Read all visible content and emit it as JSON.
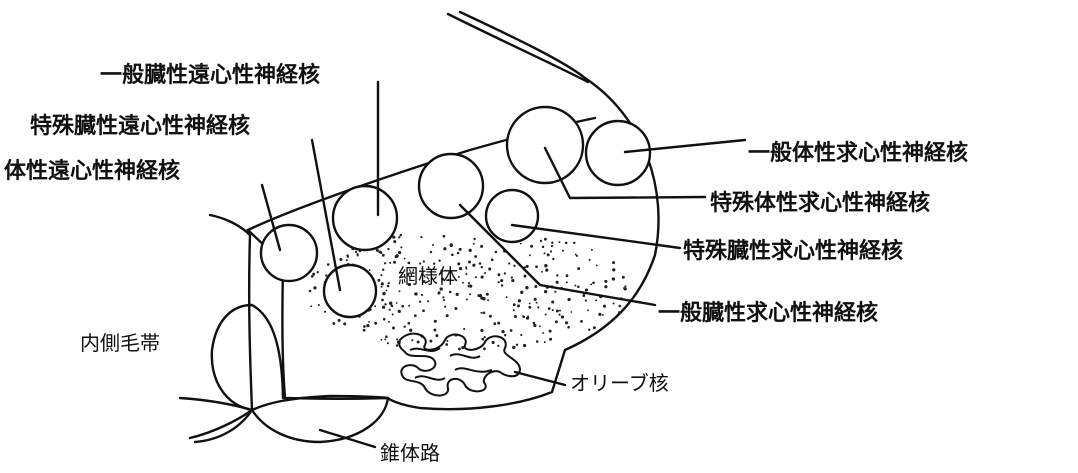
{
  "diagram": {
    "labels": {
      "gsve": "一般臓性遠心性神経核",
      "ssve": "特殊臓性遠心性神経核",
      "gse": "体性遠心性神経核",
      "gsa": "一般体性求心性神経核",
      "ssa": "特殊体性求心性神経核",
      "sva": "特殊臓性求心性神経核",
      "gva": "一般臓性求心性神経核",
      "reticular": "網様体",
      "mlf": "内側毛帯",
      "olive": "オリーブ核",
      "pyramid": "錐体路"
    }
  }
}
